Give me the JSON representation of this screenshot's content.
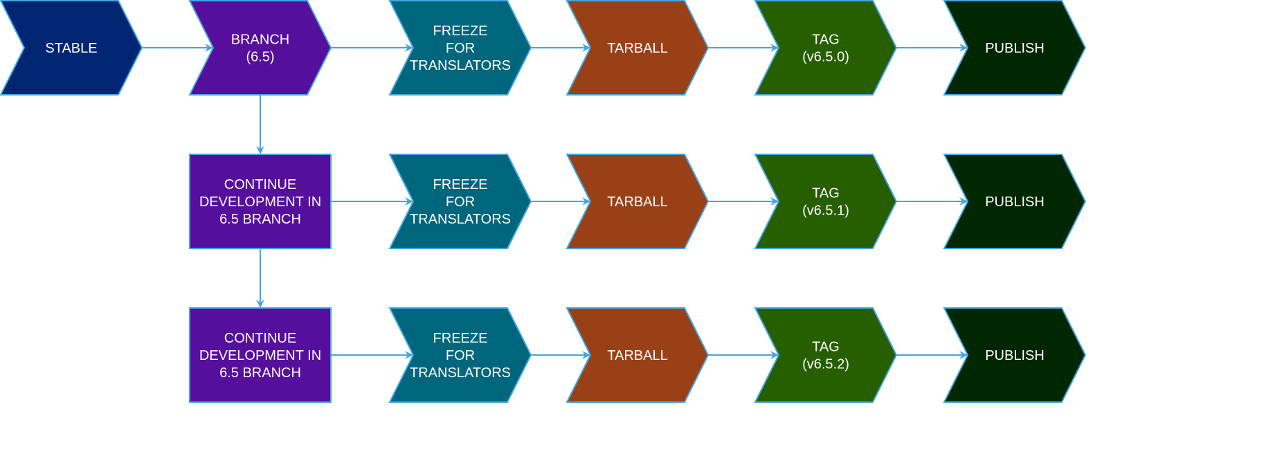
{
  "colors": {
    "stroke": "#41A6E4",
    "stable": "#002673",
    "branch": "#560E9C",
    "freeze": "#00667E",
    "tarball": "#9A4017",
    "tag": "#265E00",
    "publish": "#002700"
  },
  "rows": [
    {
      "start": {
        "kind": "stable",
        "label": "STABLE"
      },
      "steps": [
        {
          "kind": "branch",
          "shape": "chevron",
          "label": "BRANCH\n(6.5)"
        },
        {
          "kind": "freeze",
          "shape": "chevron",
          "label": "FREEZE\nFOR\nTRANSLATORS"
        },
        {
          "kind": "tarball",
          "shape": "chevron",
          "label": "TARBALL"
        },
        {
          "kind": "tag",
          "shape": "chevron",
          "label": "TAG\n(v6.5.0)"
        },
        {
          "kind": "publish",
          "shape": "chevron",
          "label": "PUBLISH"
        }
      ]
    },
    {
      "steps": [
        {
          "kind": "branch",
          "shape": "rect",
          "label": "CONTINUE\nDEVELOPMENT IN\n6.5 BRANCH"
        },
        {
          "kind": "freeze",
          "shape": "chevron",
          "label": "FREEZE\nFOR\nTRANSLATORS"
        },
        {
          "kind": "tarball",
          "shape": "chevron",
          "label": "TARBALL"
        },
        {
          "kind": "tag",
          "shape": "chevron",
          "label": "TAG\n(v6.5.1)"
        },
        {
          "kind": "publish",
          "shape": "chevron",
          "label": "PUBLISH"
        }
      ]
    },
    {
      "steps": [
        {
          "kind": "branch",
          "shape": "rect",
          "label": "CONTINUE\nDEVELOPMENT IN\n6.5 BRANCH"
        },
        {
          "kind": "freeze",
          "shape": "chevron",
          "label": "FREEZE\nFOR\nTRANSLATORS"
        },
        {
          "kind": "tarball",
          "shape": "chevron",
          "label": "TARBALL"
        },
        {
          "kind": "tag",
          "shape": "chevron",
          "label": "TAG\n(v6.5.2)"
        },
        {
          "kind": "publish",
          "shape": "chevron",
          "label": "PUBLISH"
        }
      ]
    }
  ]
}
